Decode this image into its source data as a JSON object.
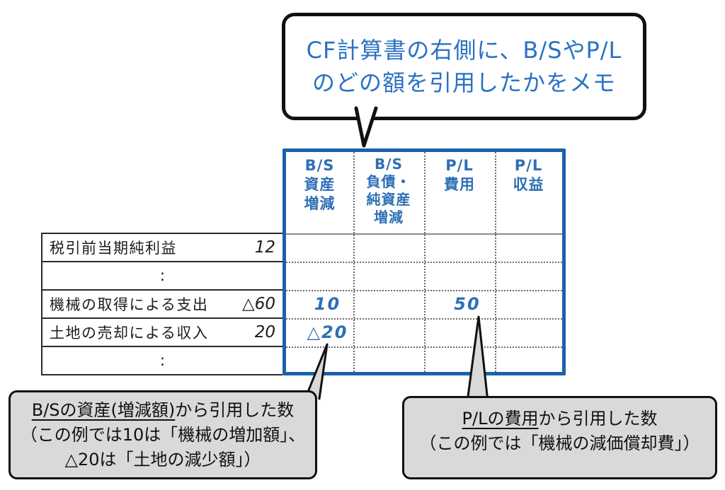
{
  "colors": {
    "memo_table_border": "#1a61ad",
    "handwriting_blue": "#2e6fb7",
    "bubble_text_blue": "#2a72c4",
    "callout_bg": "#d9d9d9",
    "ink": "#1c1c1c"
  },
  "bubble": {
    "line1": "CF計算書の右側に、B/SやP/L",
    "line2": "のどの額を引用したかをメモ"
  },
  "cf_table": {
    "rows": [
      {
        "label": "税引前当期純利益",
        "value": "12"
      },
      {
        "label": ":",
        "value": ""
      },
      {
        "label": "機械の取得による支出",
        "value": "△60"
      },
      {
        "label": "土地の売却による収入",
        "value": "20"
      },
      {
        "label": ":",
        "value": ""
      }
    ]
  },
  "memo_table": {
    "headers": [
      [
        "B/S",
        "資産",
        "増減"
      ],
      [
        "B/S",
        "負債・",
        "純資産",
        "増減"
      ],
      [
        "P/L",
        "費用"
      ],
      [
        "P/L",
        "収益"
      ]
    ],
    "cells": [
      [
        "",
        "",
        "",
        ""
      ],
      [
        "",
        "",
        "",
        ""
      ],
      [
        "10",
        "",
        "50",
        ""
      ],
      [
        "△20",
        "",
        "",
        ""
      ],
      [
        "",
        "",
        "",
        ""
      ]
    ]
  },
  "callout_left": {
    "line1_underlined": "B/Sの資産(増減額)",
    "line1_rest": "から引用した数",
    "line2": "（この例では10は「機械の増加額」、",
    "line3": "△20は「土地の減少額」）"
  },
  "callout_right": {
    "line1_underlined": "P/Lの費用",
    "line1_rest": "から引用した数",
    "line2": "（この例では「機械の減価償却費」）"
  }
}
